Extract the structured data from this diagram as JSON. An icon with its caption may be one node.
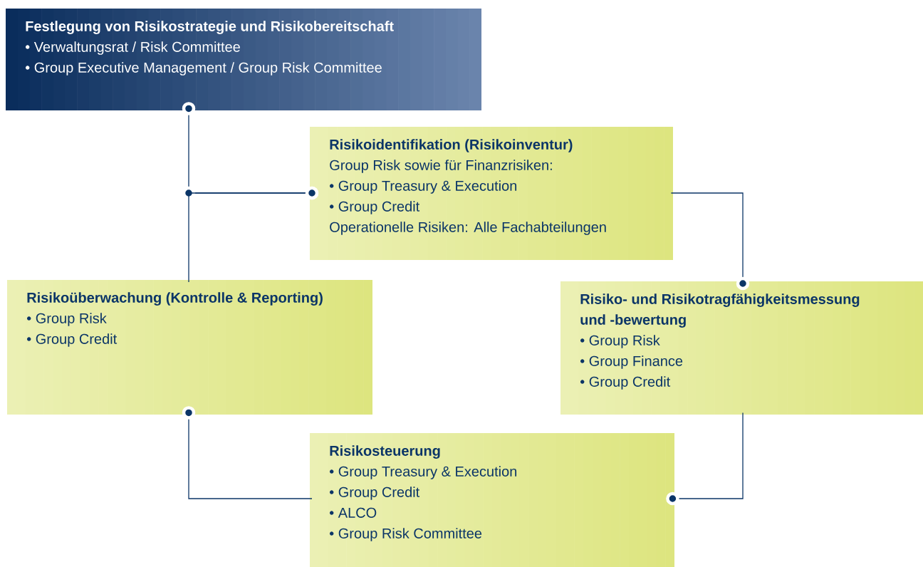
{
  "diagram": {
    "nodes": [
      {
        "text": [
          "Festlegung von Risikostrategie und Risikobereitschaft",
          "• Verwaltungsrat / Risk Committee",
          "• Group Executive Management / Group Risk Committee"
        ]
      },
      {
        "text": [
          "Risikoidentifikation (Risikoinventur)",
          "Group Risk sowie für Finanzrisiken:",
          "• Group Treasury & Execution",
          "• Group Credit",
          "Operationelle Risiken: Alle Fachabteilungen"
        ]
      },
      {
        "text": [
          "Risiko- und Risikotragfähigkeitsmessung und -bewertung",
          "• Group Risk",
          "• Group Finance",
          "• Group Credit"
        ]
      },
      {
        "text": [
          "Risikoüberwachung (Kontrolle & Reporting)",
          "• Group Risk",
          "• Group Credit"
        ]
      },
      {
        "text": [
          "Risikosteuerung",
          "• Group Treasury & Execution",
          "• Group Credit",
          "• ALCO",
          "• Group Risk Committee"
        ]
      }
    ],
    "edges": [
      {
        "from": 0,
        "to": 1,
        "arrow": "other"
      },
      {
        "from": 1,
        "to": 2,
        "arrow": "other"
      },
      {
        "from": 2,
        "to": 4,
        "arrow": "other"
      },
      {
        "from": 4,
        "to": 3,
        "arrow": "other"
      },
      {
        "from": 3,
        "to": 1,
        "arrow": "other"
      }
    ]
  }
}
